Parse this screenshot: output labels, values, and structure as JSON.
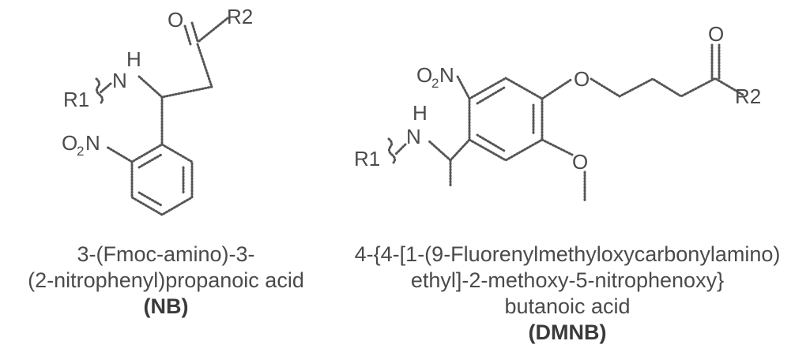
{
  "molecule_nb": {
    "labels": {
      "carbonyl_o": "O",
      "r2": "R2",
      "h": "H",
      "n": "N",
      "r1": "R1",
      "nitro_o": "O",
      "nitro_sub": "2",
      "nitro_n": "N"
    },
    "caption": {
      "line1": "3-(Fmoc-amino)-3-",
      "line2": "(2-nitrophenyl)propanoic acid",
      "abbrev": "(NB)"
    }
  },
  "molecule_dmnb": {
    "labels": {
      "nitro_o": "O",
      "nitro_sub": "2",
      "nitro_n": "N",
      "ether_o": "O",
      "carbonyl_o": "O",
      "r2": "R2",
      "h": "H",
      "n": "N",
      "r1": "R1",
      "methoxy_o": "O"
    },
    "caption": {
      "line1": "4-{4-[1-(9-Fluorenylmethyloxycarbonylamino)",
      "line2": "ethyl]-2-methoxy-5-nitrophenoxy}",
      "line3": "butanoic acid",
      "abbrev": "(DMNB)"
    }
  }
}
